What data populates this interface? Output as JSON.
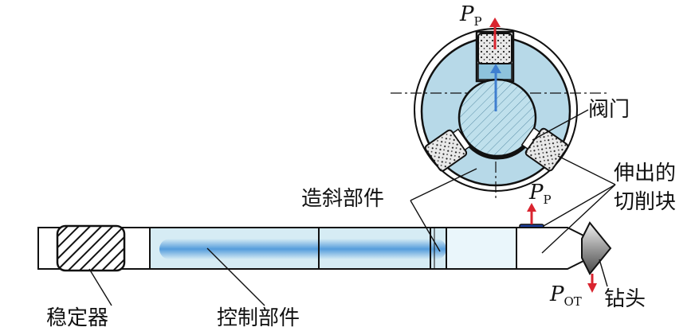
{
  "labels": {
    "stabilizer": "稳定器",
    "control_part": "控制部件",
    "deflection_part": "造斜部件",
    "valve": "阀门",
    "cutter_line1": "伸出的",
    "cutter_line2": "切削块",
    "drill_bit": "钻头"
  },
  "forces": {
    "pp_top": {
      "symbol": "P",
      "sub": "P"
    },
    "pp_side": {
      "symbol": "P",
      "sub": "P"
    },
    "pot": {
      "symbol": "P",
      "sub": "OT"
    }
  },
  "colors": {
    "section_fill": "#b7d9e8",
    "tool_fill": "#d6ecf4",
    "glow": "#3f8fd8",
    "pad_blue": "#1c3f9e",
    "force_arrow": "#d9242f",
    "line": "#111111"
  }
}
